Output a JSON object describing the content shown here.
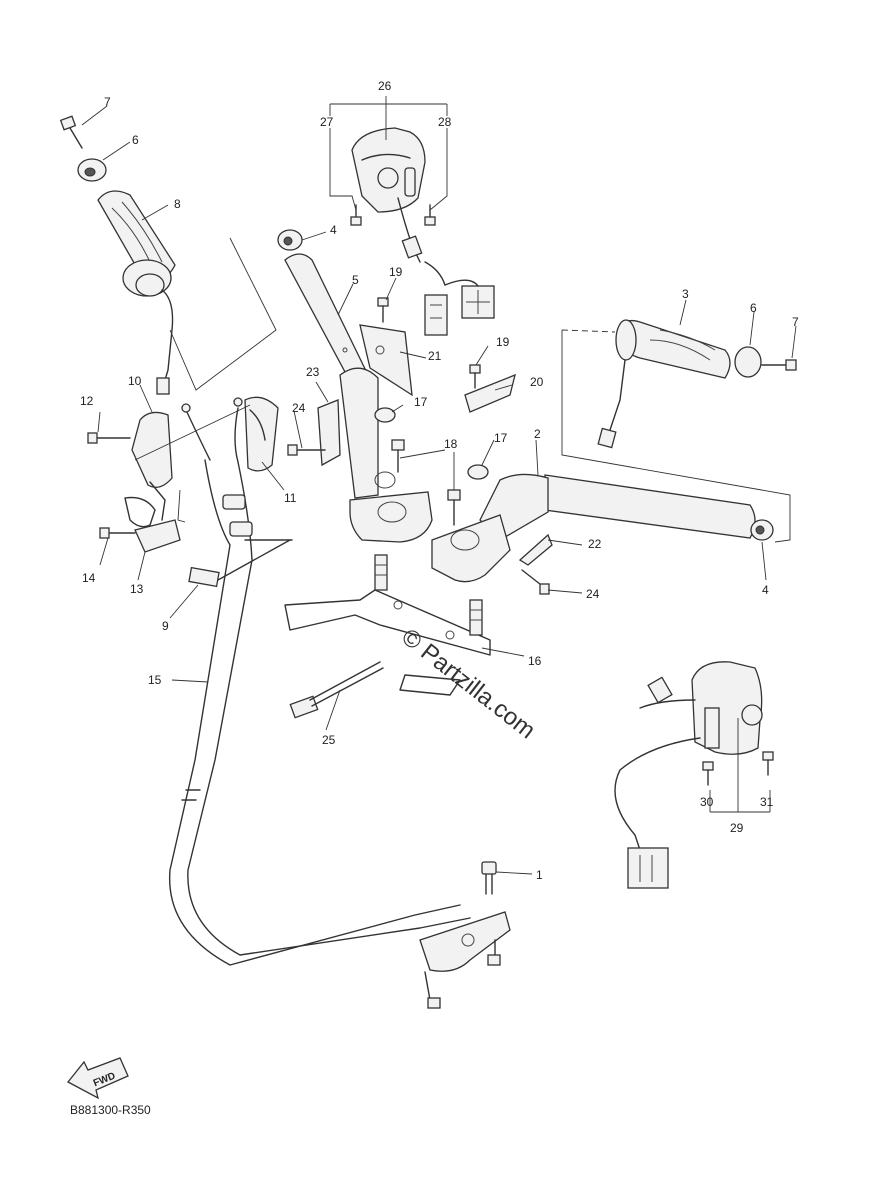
{
  "callouts": {
    "c1": "1",
    "c2": "2",
    "c3": "3",
    "c4a": "4",
    "c4b": "4",
    "c5": "5",
    "c6a": "6",
    "c6b": "6",
    "c7a": "7",
    "c7b": "7",
    "c8": "8",
    "c9": "9",
    "c10": "10",
    "c11": "11",
    "c12": "12",
    "c13": "13",
    "c14": "14",
    "c15": "15",
    "c16": "16",
    "c17a": "17",
    "c17b": "17",
    "c18": "18",
    "c19a": "19",
    "c19b": "19",
    "c20": "20",
    "c21": "21",
    "c22": "22",
    "c23": "23",
    "c24a": "24",
    "c24b": "24",
    "c25": "25",
    "c26": "26",
    "c27": "27",
    "c28": "28",
    "c29": "29",
    "c30": "30",
    "c31": "31"
  },
  "fwd_label": "FWD",
  "watermark": "© Partzilla.com",
  "diagram_code": "B881300-R350"
}
